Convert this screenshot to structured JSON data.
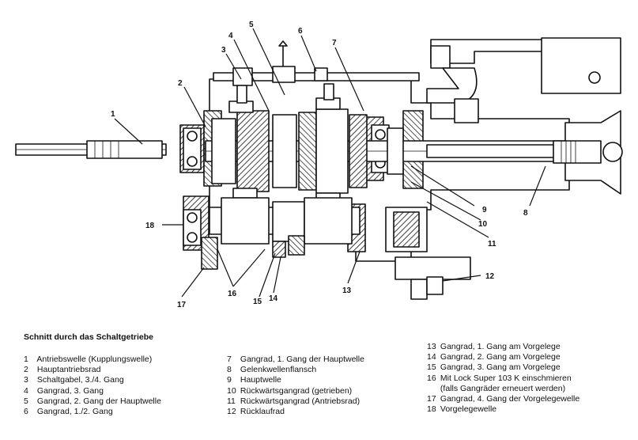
{
  "caption": "Schnitt durch das Schaltgetriebe",
  "callouts": [
    "1",
    "2",
    "3",
    "4",
    "5",
    "6",
    "7",
    "8",
    "9",
    "10",
    "11",
    "12",
    "13",
    "14",
    "15",
    "16",
    "17",
    "18"
  ],
  "legend": [
    {
      "num": "1",
      "text": "Antriebswelle (Kupplungswelle)"
    },
    {
      "num": "2",
      "text": "Hauptantriebsrad"
    },
    {
      "num": "3",
      "text": "Schaltgabel, 3./4. Gang"
    },
    {
      "num": "4",
      "text": "Gangrad, 3. Gang"
    },
    {
      "num": "5",
      "text": "Gangrad, 2. Gang der Hauptwelle"
    },
    {
      "num": "6",
      "text": "Gangrad, 1./2. Gang"
    },
    {
      "num": "7",
      "text": "Gangrad, 1. Gang der Hauptwelle"
    },
    {
      "num": "8",
      "text": "Gelenkwellenflansch"
    },
    {
      "num": "9",
      "text": "Hauptwelle"
    },
    {
      "num": "10",
      "text": "Rückwärtsgangrad (getrieben)"
    },
    {
      "num": "11",
      "text": "Rückwärtsgangrad (Antriebsrad)"
    },
    {
      "num": "12",
      "text": "Rücklaufrad"
    },
    {
      "num": "13",
      "text": "Gangrad, 1. Gang am Vorgelege"
    },
    {
      "num": "14",
      "text": "Gangrad, 2. Gang am Vorgelege"
    },
    {
      "num": "15",
      "text": "Gangrad, 3. Gang am Vorgelege"
    },
    {
      "num": "16",
      "text": "Mit Lock Super 103 K einschmieren",
      "text2": "(falls Gangräder erneuert werden)"
    },
    {
      "num": "17",
      "text": "Gangrad, 4. Gang der Vorgelegewelle"
    },
    {
      "num": "18",
      "text": "Vorgelegewelle"
    }
  ]
}
